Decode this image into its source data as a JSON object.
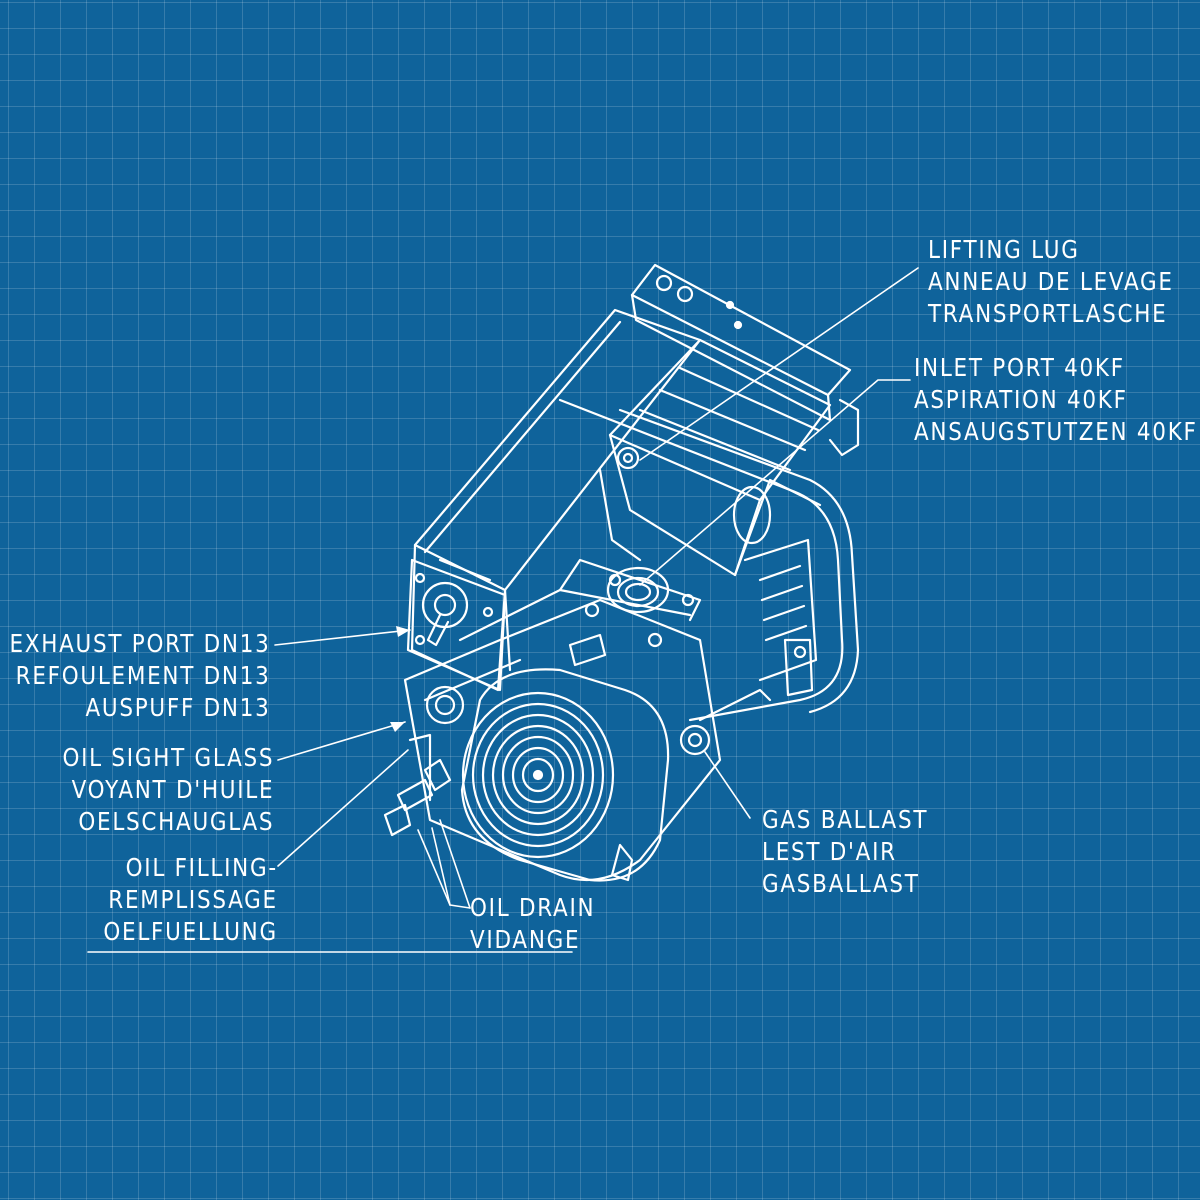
{
  "colors": {
    "background": "#0f639b",
    "grid": "#5f95c2",
    "ink": "#ffffff"
  },
  "labels": {
    "lifting_lug": [
      "LIFTING LUG",
      "ANNEAU DE LEVAGE",
      "TRANSPORTLASCHE"
    ],
    "inlet_port": [
      "INLET PORT 40KF",
      "ASPIRATION 40KF",
      "ANSAUGSTUTZEN 40KF"
    ],
    "exhaust_port": [
      "EXHAUST PORT DN13",
      "REFOULEMENT DN13",
      "AUSPUFF DN13"
    ],
    "oil_sight_glass": [
      "OIL SIGHT GLASS",
      "VOYANT D'HUILE",
      "OELSCHAUGLAS"
    ],
    "oil_filling": [
      "OIL FILLING-",
      "REMPLISSAGE",
      "OELFUELLUNG"
    ],
    "oil_drain": [
      "OIL DRAIN",
      "VIDANGE"
    ],
    "gas_ballast": [
      "GAS BALLAST",
      "LEST D'AIR",
      "GASBALLAST"
    ]
  }
}
